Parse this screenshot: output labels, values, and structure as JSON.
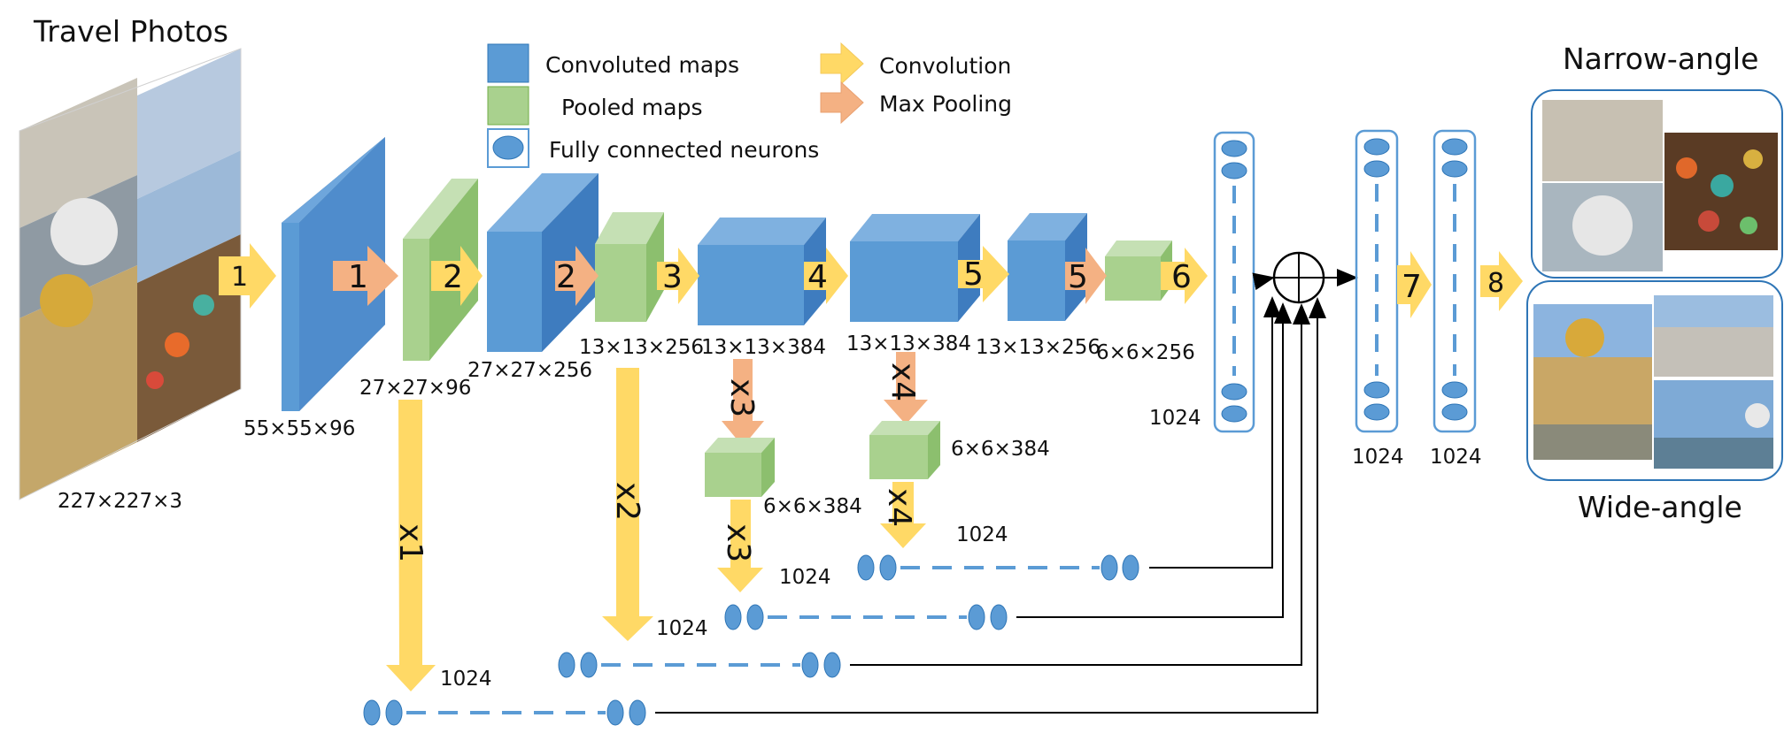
{
  "titles": {
    "input": "Travel Photos",
    "narrow": "Narrow-angle",
    "wide": "Wide-angle"
  },
  "legend": {
    "conv_maps": "Convoluted maps",
    "pooled_maps": "Pooled maps",
    "fc_neurons": "Fully connected neurons",
    "convolution": "Convolution",
    "max_pooling": "Max Pooling"
  },
  "dims": {
    "input": "227×227×3",
    "conv1": "55×55×96",
    "pool1": "27×27×96",
    "conv2": "27×27×256",
    "pool2": "13×13×256",
    "conv3": "13×13×384",
    "conv4": "13×13×384",
    "conv5": "13×13×256",
    "pool5": "6×6×256",
    "pool3": "6×6×384",
    "pool4": "6×6×384",
    "fc6": "1024",
    "fc7": "1024",
    "fc8": "1024",
    "b1": "1024",
    "b2": "1024",
    "b3": "1024",
    "b4": "1024"
  },
  "steps": {
    "s1a": "1",
    "s1b": "1",
    "s2a": "2",
    "s2b": "2",
    "s3": "3",
    "s4": "4",
    "s5a": "5",
    "s5b": "5",
    "s6": "6",
    "s7": "7",
    "s8": "8"
  },
  "branches": {
    "x1": "x1",
    "x2": "x2",
    "x3a": "x3",
    "x3b": "x3",
    "x4a": "x4",
    "x4b": "x4"
  },
  "colors": {
    "conv_blue": "#5b9bd5",
    "pool_green": "#a9d18e",
    "conv_arrow": "#ffd966",
    "pool_arrow": "#f4b183",
    "line_blue": "#5b9bd5"
  }
}
